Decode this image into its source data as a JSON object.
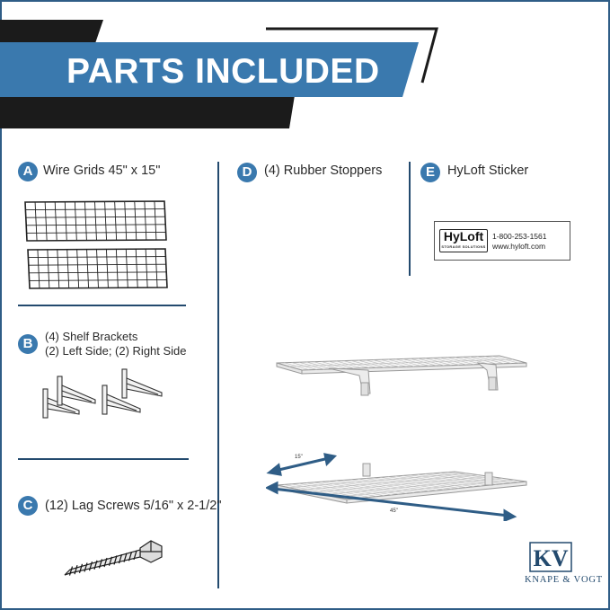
{
  "banner": {
    "title": "PARTS INCLUDED"
  },
  "parts": {
    "a": {
      "letter": "A",
      "label": "Wire Grids 45\" x 15\""
    },
    "b": {
      "letter": "B",
      "label_line1": "(4) Shelf Brackets",
      "label_line2": "(2) Left Side; (2) Right Side"
    },
    "c": {
      "letter": "C",
      "label": "(12) Lag Screws 5/16\" x 2-1/2\""
    },
    "d": {
      "letter": "D",
      "label": "(4) Rubber Stoppers"
    },
    "e": {
      "letter": "E",
      "label": "HyLoft Sticker"
    }
  },
  "sticker": {
    "logo": "HyLoft",
    "logo_sub": "STORAGE SOLUTIONS",
    "phone": "1-800-253-1561",
    "website": "www.hyloft.com"
  },
  "dimensions": {
    "depth": "15\"",
    "width": "45\""
  },
  "brand": {
    "logo_text": "KV",
    "name": "KNAPE & VOGT"
  },
  "colors": {
    "accent_blue": "#3a79ae",
    "dark_navy": "#1b1b1b",
    "line_navy": "#234a6e"
  }
}
